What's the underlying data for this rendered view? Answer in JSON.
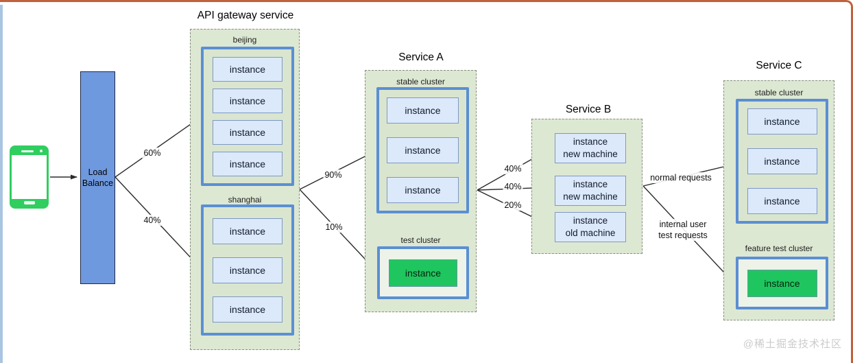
{
  "frame": {
    "watermark": "@稀土掘金技术社区"
  },
  "client": {
    "icon": "smartphone-icon"
  },
  "load_balancer": {
    "label": "Load Balance"
  },
  "gateway": {
    "title": "API gateway service",
    "clusters": [
      {
        "name": "beijing",
        "instances": [
          "instance",
          "instance",
          "instance",
          "instance"
        ]
      },
      {
        "name": "shanghai",
        "instances": [
          "instance",
          "instance",
          "instance"
        ]
      }
    ]
  },
  "service_a": {
    "title": "Service A",
    "stable_cluster": {
      "name": "stable cluster",
      "instances": [
        "instance",
        "instance",
        "instance"
      ]
    },
    "test_cluster": {
      "name": "test cluster",
      "instances": [
        "instance"
      ]
    }
  },
  "service_b": {
    "title": "Service B",
    "instances": [
      {
        "line1": "instance",
        "line2": "new machine"
      },
      {
        "line1": "instance",
        "line2": "new machine"
      },
      {
        "line1": "instance",
        "line2": "old machine"
      }
    ]
  },
  "service_c": {
    "title": "Service C",
    "stable_cluster": {
      "name": "stable cluster",
      "instances": [
        "instance",
        "instance",
        "instance"
      ]
    },
    "feature_test_cluster": {
      "name": "feature test cluster",
      "instances": [
        "instance"
      ]
    }
  },
  "edges": {
    "lb_to_beijing": "60%",
    "lb_to_shanghai": "40%",
    "gateway_to_stable_a": "90%",
    "gateway_to_test_a": "10%",
    "a_to_new_machine_1": "40%",
    "a_to_new_machine_2": "40%",
    "a_to_old_machine": "20%",
    "b_to_stable_c": "normal requests",
    "b_to_feature_test_line1": "internal user",
    "b_to_feature_test_line2": "test requests"
  },
  "colors": {
    "container_fill": "#dde8d3",
    "cluster_border": "#5b8fd3",
    "instance_fill": "#dbe9fa",
    "instance_border": "#7d97c4",
    "test_instance_fill": "#1fc65f",
    "load_balancer_fill": "#6f99de",
    "phone_green": "#2fce5f",
    "arrow": "#2b2b2b",
    "frame_accent": "#c0613e",
    "frame_left": "#a9c5e2",
    "watermark": "#cbcbcb"
  }
}
